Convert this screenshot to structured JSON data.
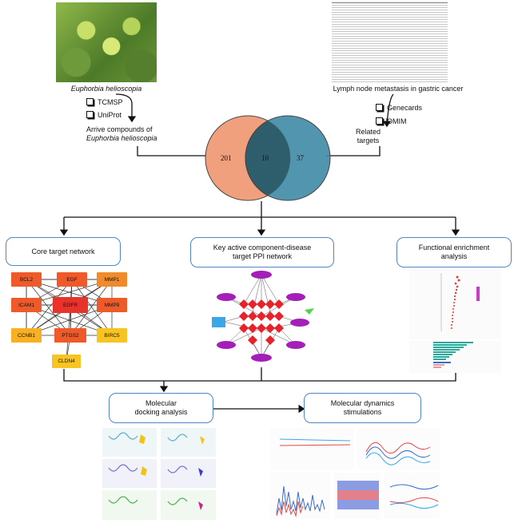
{
  "plant": {
    "name": "Euphorbia helioscopia",
    "db1": "TCMSP",
    "db2": "UniProt"
  },
  "arrive": {
    "line1": "Arrive compounds of",
    "line2": "Euphorbia helioscopia"
  },
  "disease": {
    "title": "Lymph node metastasis in gastric cancer",
    "db1": "Genecards",
    "db2": "OMIM"
  },
  "related": {
    "line1": "Related",
    "line2": "targets"
  },
  "venn": {
    "left": "201",
    "overlap": "10",
    "right": "37",
    "left_color": "#f0a07c",
    "right_color": "#3f8aa6",
    "overlap_color": "#2e5d6c"
  },
  "boxes": {
    "core": "Core target network",
    "ppi_line1": "Key active component-disease",
    "ppi_line2": "target PPI network",
    "func_line1": "Functional enrichment",
    "func_line2": "analysis",
    "dock_line1": "Molecular",
    "dock_line2": "docking analysis",
    "md_line1": "Molecular dynamics",
    "md_line2": "stimulations"
  },
  "core_genes": [
    "BCL2",
    "EGF",
    "MMP1",
    "ICAM1",
    "EGFR",
    "MMP9",
    "CCNB1",
    "PTGS2",
    "BIRC5",
    "CLDN4"
  ],
  "core_colors": {
    "dark_red": "#e8322a",
    "red_orange": "#ee5a2a",
    "orange": "#f08a2a",
    "yellow": "#f7c421"
  }
}
